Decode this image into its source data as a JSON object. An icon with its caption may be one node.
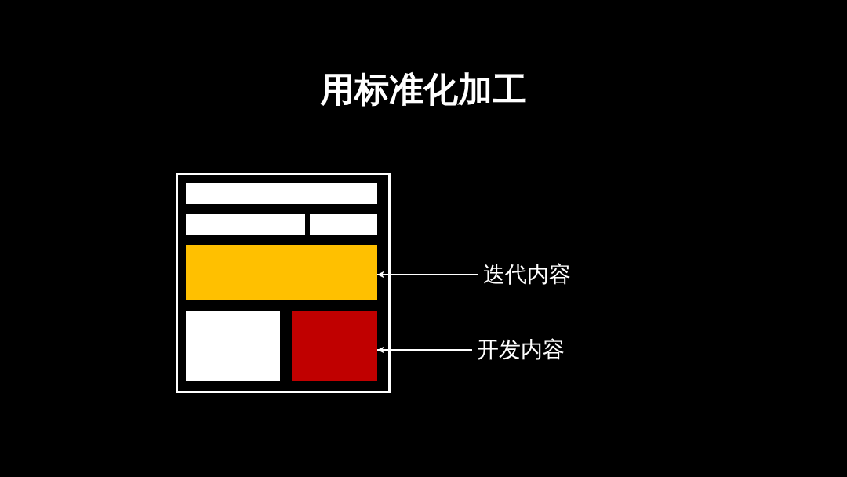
{
  "diagram": {
    "title": "用标准化加工",
    "nodes": [
      {
        "text": [],
        "shape": "box"
      },
      {
        "text": [],
        "shape": "bar",
        "in": 0
      },
      {
        "text": [],
        "shape": "bar",
        "in": 0
      },
      {
        "text": [],
        "shape": "bar",
        "in": 0
      },
      {
        "text": [],
        "shape": "box",
        "in": 0
      },
      {
        "text": [],
        "shape": "box",
        "in": 0
      },
      {
        "text": [],
        "shape": "box",
        "in": 0
      },
      {
        "text": [
          "迭代内容"
        ]
      },
      {
        "text": [
          "开发内容"
        ]
      }
    ],
    "edges": [
      {
        "from": 7,
        "to": 4,
        "arrow": "to"
      },
      {
        "from": 8,
        "to": 6,
        "arrow": "to"
      }
    ]
  }
}
